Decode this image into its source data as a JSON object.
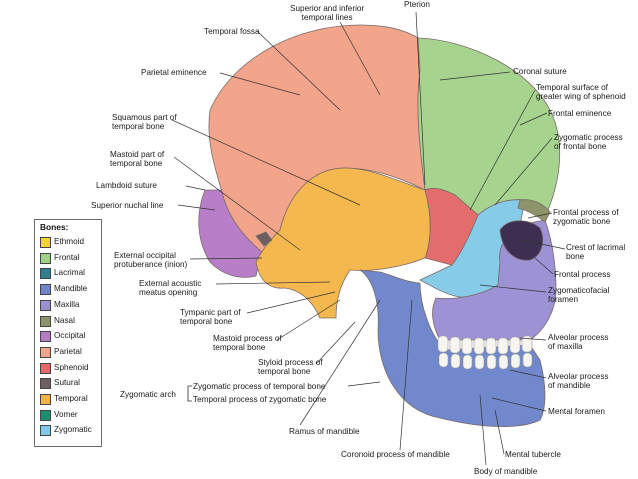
{
  "labels": {
    "superior_inferior": "Superior and inferior\ntemporal lines",
    "pterion": "Pterion",
    "temporal_fossa": "Temporal fossa",
    "coronal_suture": "Coronal suture",
    "temporal_surface": "Temporal surface of\ngreater wing of sphenoid",
    "parietal_eminence": "Parietal eminence",
    "frontal_eminence": "Frontal eminence",
    "squamous": "Squamous part of\ntemporal bone",
    "zygomatic_process_frontal": "Zygomatic process\nof frontal bone",
    "mastoid_part": "Mastoid part of\ntemporal bone",
    "lambdoid": "Lambdoid suture",
    "superior_nuchal": "Superior nuchal line",
    "frontal_process_zygomatic": "Frontal process of\nzygomatic bone",
    "crest_lacrimal": "Crest of lacrimal\nbone",
    "external_occipital": "External occipital\nprotuberance (inion)",
    "frontal_process": "Frontal process",
    "external_acoustic": "External acoustic\nmeatus opening",
    "zygomaticofacial": "Zygomaticofacial\nforamen",
    "tympanic": "Tympanic part of\ntemporal bone",
    "alveolar_maxilla": "Alveolar process\nof maxilla",
    "mastoid_process": "Mastoid process of\ntemporal bone",
    "styloid": "Styloid process of\ntemporal bone",
    "alveolar_mandible": "Alveolar process\nof mandible",
    "zygomatic_arch": "Zygomatic arch",
    "zygomatic_process_temporal": "Zygomatic process of temporal bone",
    "temporal_process_zygomatic": "Temporal process of zygomatic bone",
    "mental_foramen": "Mental foramen",
    "ramus": "Ramus of mandible",
    "coronoid": "Coronoid process of mandible",
    "mental_tubercle": "Mental tubercle",
    "body_mandible": "Body of mandible"
  },
  "legend": {
    "title": "Bones:",
    "items": [
      {
        "name": "Ethmoid",
        "color": "#f3d23a"
      },
      {
        "name": "Frontal",
        "color": "#9fd08a"
      },
      {
        "name": "Lacrimal",
        "color": "#2f7f8f"
      },
      {
        "name": "Mandible",
        "color": "#6f86c9"
      },
      {
        "name": "Maxilla",
        "color": "#9b8fd0"
      },
      {
        "name": "Nasal",
        "color": "#8e946a"
      },
      {
        "name": "Occipital",
        "color": "#b37cc4"
      },
      {
        "name": "Parietal",
        "color": "#f2a58a"
      },
      {
        "name": "Sphenoid",
        "color": "#e26a6a"
      },
      {
        "name": "Sutural",
        "color": "#6e6060"
      },
      {
        "name": "Temporal",
        "color": "#f4b24a"
      },
      {
        "name": "Vomer",
        "color": "#1f8e6e"
      },
      {
        "name": "Zygomatic",
        "color": "#7fc8e6"
      }
    ]
  },
  "colors": {
    "parietal": "#f2a58a",
    "frontal": "#a6d48e",
    "temporal": "#f4b84e",
    "occipital": "#b87ec8",
    "sphenoid": "#e36d6d",
    "zygomatic": "#86cbe8",
    "maxilla": "#9d92d4",
    "mandible": "#7188cc",
    "lacrimal": "#2f7f8f",
    "nasal": "#8e946a",
    "sutural": "#6e6060",
    "line": "#333333"
  }
}
